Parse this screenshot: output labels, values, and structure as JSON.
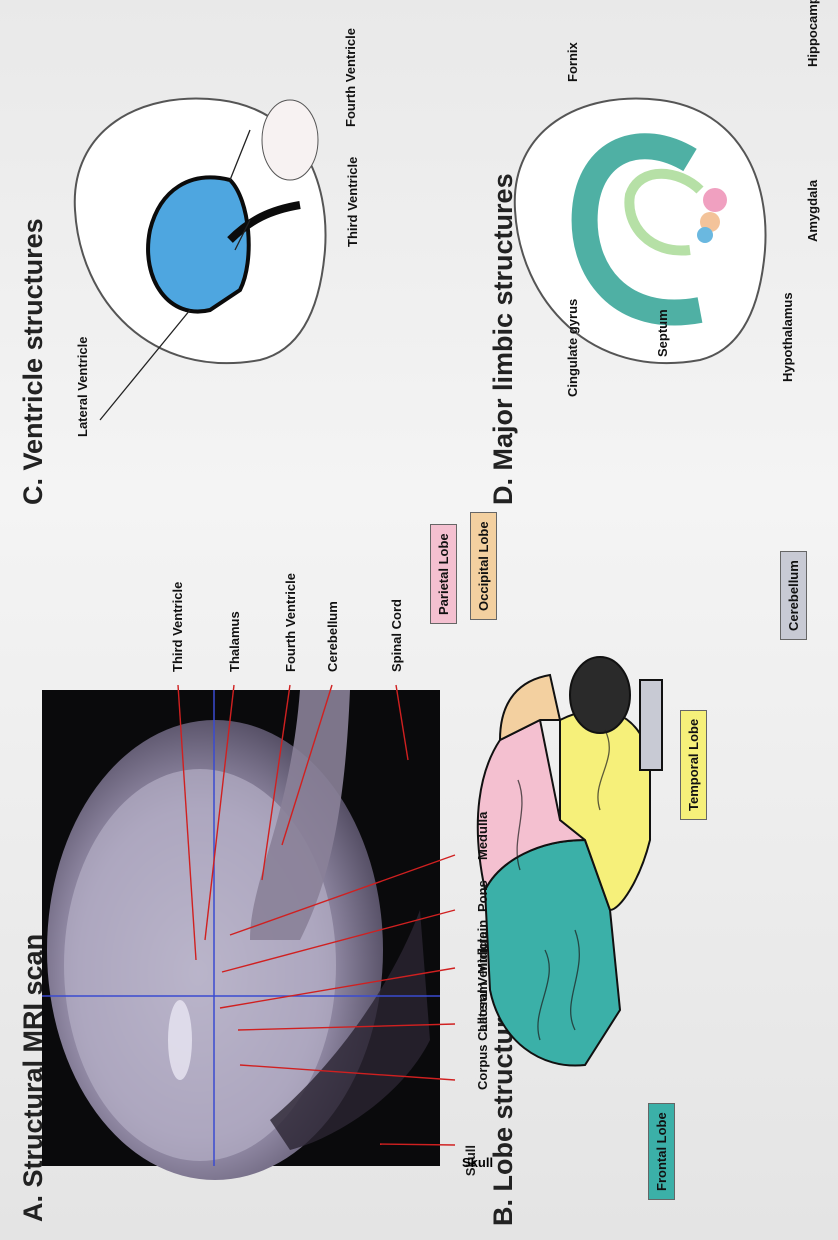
{
  "panels": {
    "a": {
      "title": "A. Structural MRI scan",
      "labels": {
        "skull": "Skull",
        "corpus_callosum": "Corpus Callosum",
        "lateral_ventricle": "Lateral Ventricle",
        "midbrain": "Midbrain",
        "pons": "Pons",
        "medulla": "Medulla",
        "third_ventricle": "Third Ventricle",
        "thalamus": "Thalamus",
        "fourth_ventricle": "Fourth Ventricle",
        "cerebellum": "Cerebellum",
        "spinal_cord": "Spinal Cord"
      }
    },
    "b": {
      "title": "B. Lobe structures",
      "labels": {
        "frontal": "Frontal Lobe",
        "parietal": "Parietal Lobe",
        "occipital": "Occipital Lobe",
        "temporal": "Temporal Lobe",
        "cerebellum": "Cerebellum"
      },
      "colors": {
        "frontal": "#3bb0a8",
        "parietal": "#f4c0d0",
        "occipital": "#f3d0a0",
        "temporal": "#f6f07a",
        "cerebellum": "#c8cad4"
      }
    },
    "c": {
      "title": "C. Ventricle structures",
      "labels": {
        "lateral_ventricle": "Lateral Ventricle",
        "third_ventricle": "Third Ventricle",
        "fourth_ventricle": "Fourth Ventricle"
      },
      "colors": {
        "ventricle": "#4ea6e0"
      }
    },
    "d": {
      "title": "D. Major limbic structures",
      "labels": {
        "cingulate_gyrus": "Cingulate gyrus",
        "fornix": "Fornix",
        "hippocampus": "Hippocampus",
        "septum": "Septum",
        "hypothalamus": "Hypothalamus",
        "amygdala": "Amygdala"
      },
      "colors": {
        "cingulate": "#4fb0a4",
        "fornix": "#dff0d6",
        "hippocampus": "#b6e0a6",
        "amygdala": "#f0a0c0",
        "hypothalamus": "#f3c39a",
        "septum": "#6ab8e0"
      }
    }
  }
}
